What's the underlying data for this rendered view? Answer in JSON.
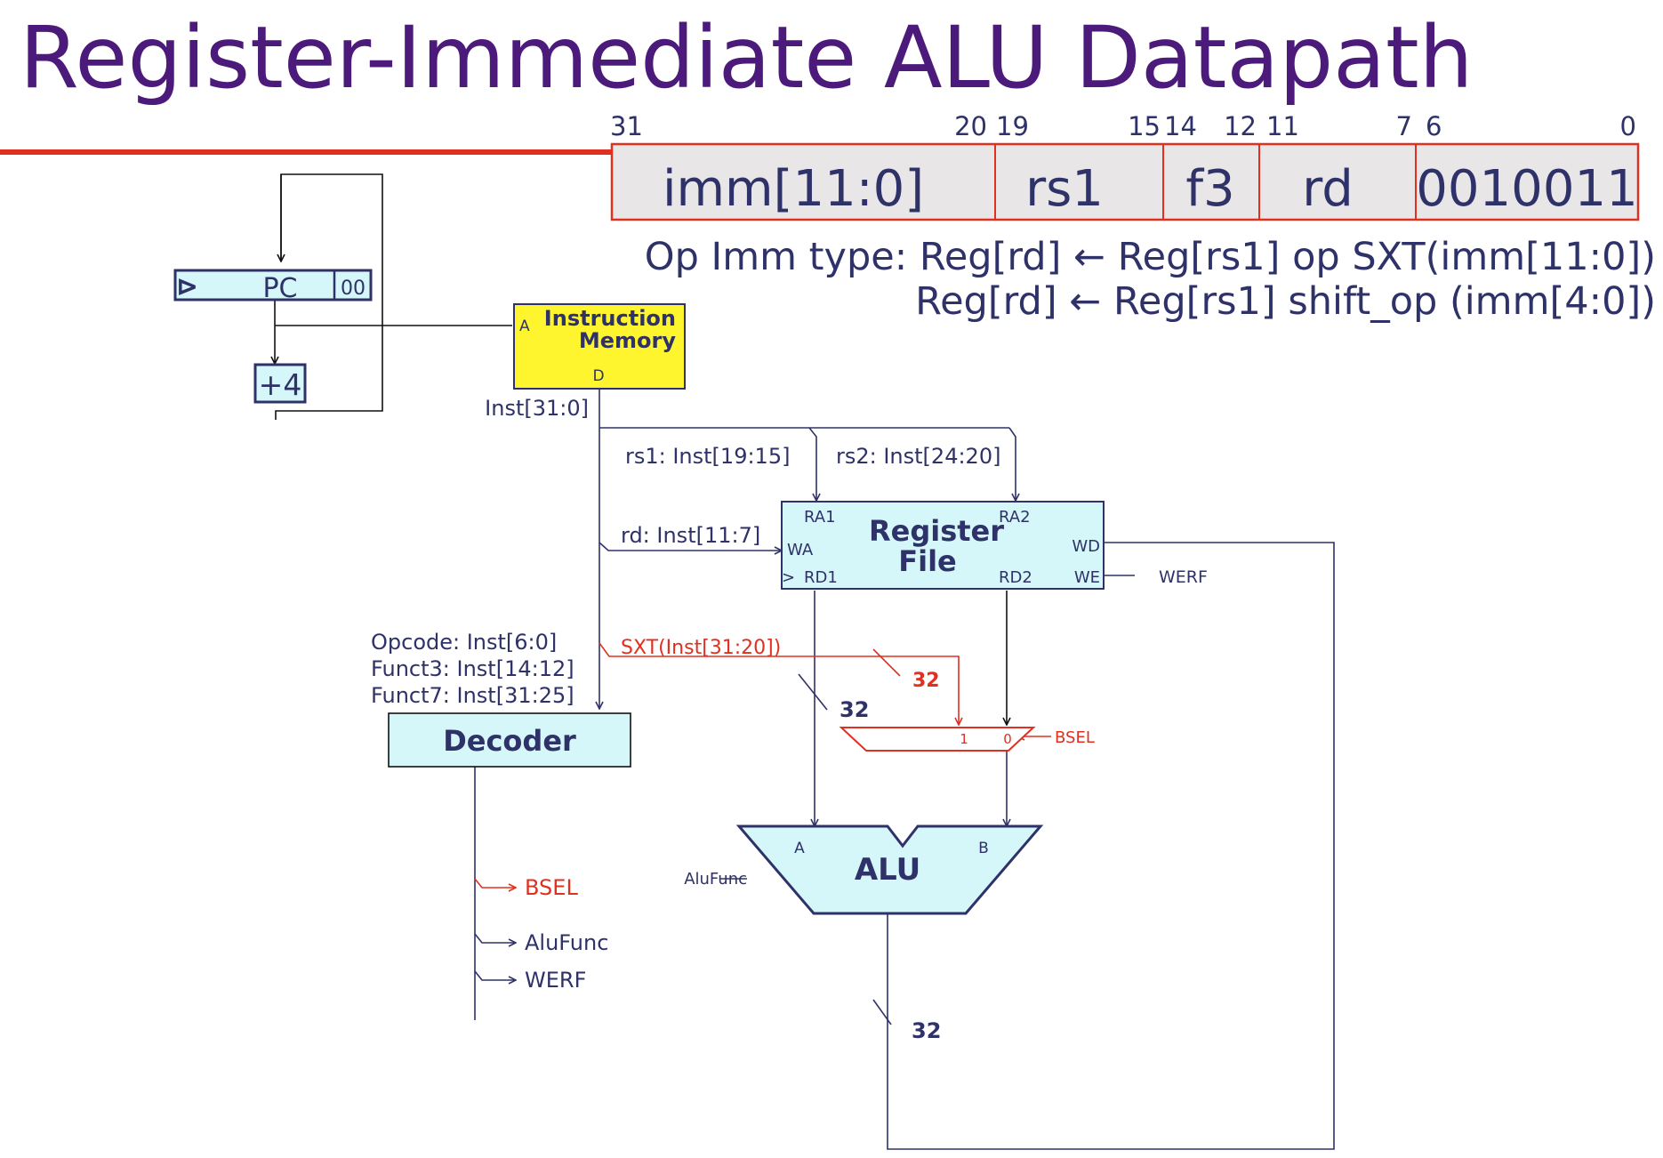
{
  "title": "Register-Immediate ALU Datapath",
  "encoding": {
    "bits": [
      "31",
      "20",
      "19",
      "15",
      "14",
      "12",
      "11",
      "7",
      "6",
      "0"
    ],
    "fields": [
      "imm[11:0]",
      "rs1",
      "f3",
      "rd",
      "0010011"
    ]
  },
  "semantics": {
    "line1": "Op Imm type: Reg[rd] ← Reg[rs1] op SXT(imm[11:0])",
    "line2": "Reg[rd] ← Reg[rs1] shift_op (imm[4:0])"
  },
  "pc": {
    "label": "PC",
    "suffix": "00",
    "clock": "⊳"
  },
  "adder": {
    "label": "+4"
  },
  "imem": {
    "title1": "Instruction",
    "title2": "Memory",
    "port_a": "A",
    "port_d": "D"
  },
  "wires": {
    "inst": "Inst[31:0]",
    "rs1": "rs1: Inst[19:15]",
    "rs2": "rs2: Inst[24:20]",
    "rd": "rd: Inst[11:7]",
    "sxt": "SXT(Inst[31:20])",
    "opcode": "Opcode: Inst[6:0]",
    "funct3": "Funct3: Inst[14:12]",
    "funct7": "Funct7: Inst[31:25]",
    "werf": "WERF",
    "bsel": "BSEL",
    "alufunc": "AluFunc",
    "width_imm": "32",
    "width_a": "32",
    "width_out": "32"
  },
  "regfile": {
    "title1": "Register",
    "title2": "File",
    "ra1": "RA1",
    "ra2": "RA2",
    "wa": "WA",
    "wd": "WD",
    "we": "WE",
    "rd1": "RD1",
    "rd2": "RD2",
    "clock": ">"
  },
  "mux": {
    "in1": "1",
    "in0": "0"
  },
  "alu": {
    "label": "ALU",
    "a": "A",
    "b": "B"
  },
  "decoder": {
    "label": "Decoder",
    "outputs": [
      {
        "label": "BSEL",
        "color": "#e03020"
      },
      {
        "label": "AluFunc",
        "color": "#2e3268"
      },
      {
        "label": "WERF",
        "color": "#2e3268"
      }
    ]
  },
  "colors": {
    "title": "#4b1a7a",
    "navy": "#2e3268",
    "red": "#e03020",
    "box_fill": "#d5f7f9",
    "imem_fill": "#fff52e",
    "encoding_fill": "#e8e6e6"
  }
}
